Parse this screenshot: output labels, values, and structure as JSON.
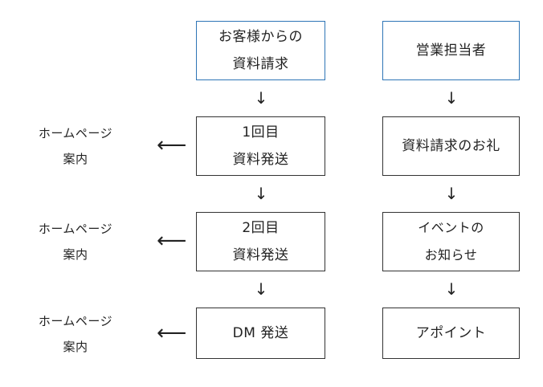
{
  "left_column": {
    "start_box": [
      "お客様からの",
      "資料請求"
    ],
    "step1_box": [
      "1回目",
      "資料発送"
    ],
    "step2_box": [
      "2回目",
      "資料発送"
    ],
    "step3_box": [
      "DM 発送"
    ]
  },
  "right_column": {
    "start_box": [
      "営業担当者"
    ],
    "step1_box": [
      "資料請求のお礼"
    ],
    "step2_box": [
      "イベントの",
      "お知らせ"
    ],
    "step3_box": [
      "アポイント"
    ]
  },
  "side_notes": [
    [
      "ホームページ",
      "案内"
    ],
    [
      "ホームページ",
      "案内"
    ],
    [
      "ホームページ",
      "案内"
    ]
  ],
  "arrows": {
    "down": "↓",
    "left": "⟵"
  },
  "colors": {
    "start_box_border": "#2e75b6",
    "box_border": "#333333"
  }
}
